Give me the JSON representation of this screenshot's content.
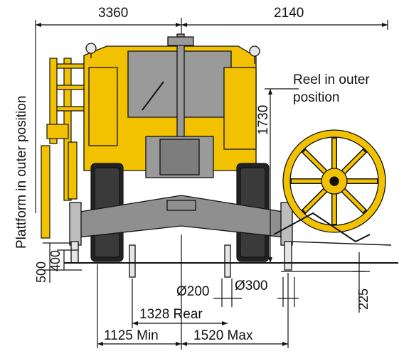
{
  "dimensions": {
    "overall_left": "3360",
    "overall_right": "2140",
    "reel_height": "1730",
    "left_height_500": "500",
    "left_height_400": "400",
    "leg_dia_200": "Ø200",
    "leg_dia_300": "Ø300",
    "ground_clearance": "225",
    "track_rear": "1328 Rear",
    "track_min": "1125 Min",
    "track_max": "1520 Max"
  },
  "annotations": {
    "platform": "Plattform in outer position",
    "reel_line1": "Reel in outer",
    "reel_line2": "position"
  },
  "colors": {
    "machine_yellow": "#f2c200",
    "frame_gray": "#8f8f8f",
    "tire_black": "#222222",
    "line": "#111111"
  }
}
